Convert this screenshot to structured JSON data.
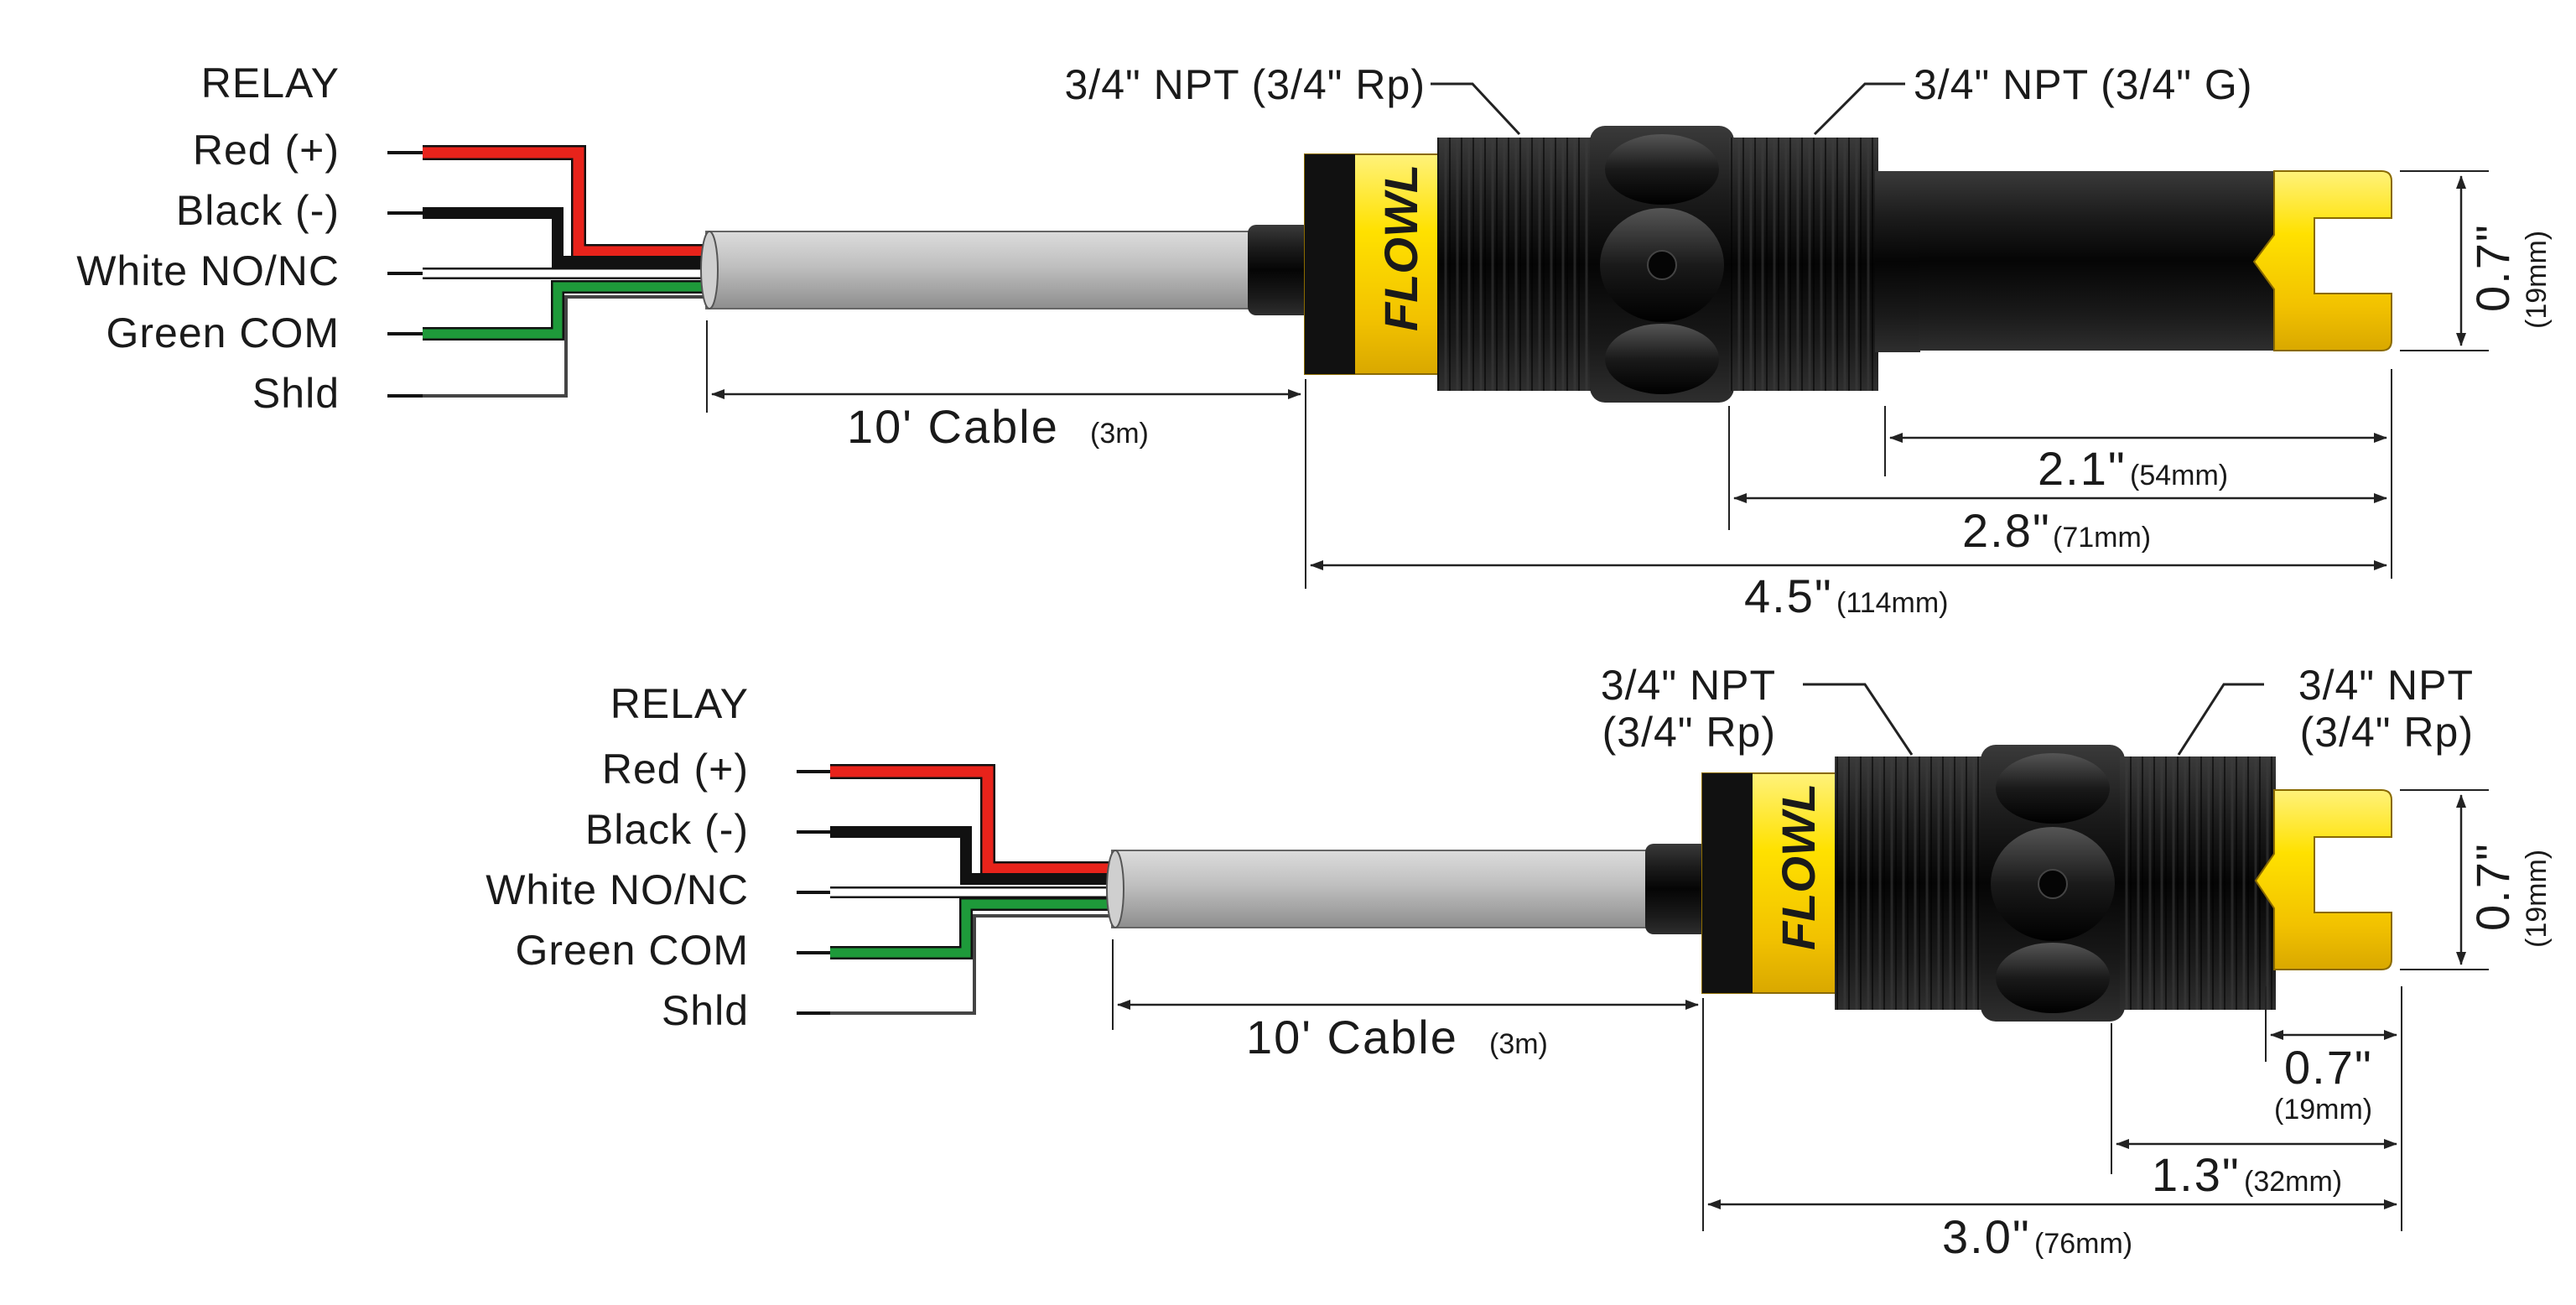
{
  "sensors": [
    {
      "id": "long",
      "relay": {
        "title": "RELAY",
        "wires": [
          {
            "label": "Red (+)",
            "color": "#e8231b"
          },
          {
            "label": "Black (-)",
            "color": "#1a1a1a"
          },
          {
            "label": "White NO/NC",
            "color": "#ffffff"
          },
          {
            "label": "Green COM",
            "color": "#1e9a3a"
          },
          {
            "label": "Shld",
            "color": "#444444"
          }
        ]
      },
      "cable": {
        "length": "10' Cable",
        "metric": "(3m)"
      },
      "thread_labels": [
        "3/4\" NPT (3/4\" Rp)",
        "3/4\" NPT (3/4\" G)"
      ],
      "dims": [
        {
          "imperial": "2.1\"",
          "metric": "(54mm)"
        },
        {
          "imperial": "2.8\"",
          "metric": "(71mm)"
        },
        {
          "imperial": "4.5\"",
          "metric": "(114mm)"
        }
      ],
      "tip": {
        "imperial": "0.7\"",
        "metric": "(19mm)"
      },
      "brand": "FLOWL"
    },
    {
      "id": "short",
      "relay": {
        "title": "RELAY",
        "wires": [
          {
            "label": "Red (+)",
            "color": "#e8231b"
          },
          {
            "label": "Black (-)",
            "color": "#1a1a1a"
          },
          {
            "label": "White NO/NC",
            "color": "#ffffff"
          },
          {
            "label": "Green COM",
            "color": "#1e9a3a"
          },
          {
            "label": "Shld",
            "color": "#444444"
          }
        ]
      },
      "cable": {
        "length": "10' Cable",
        "metric": "(3m)"
      },
      "thread_labels": [
        [
          "3/4\" NPT",
          "(3/4\" Rp)"
        ],
        [
          "3/4\" NPT",
          "(3/4\" Rp)"
        ]
      ],
      "dims": [
        {
          "imperial": "0.7\"",
          "metric": "(19mm)"
        },
        {
          "imperial": "1.3\"",
          "metric": "(32mm)"
        },
        {
          "imperial": "3.0\"",
          "metric": "(76mm)"
        }
      ],
      "tip": {
        "imperial": "0.7\"",
        "metric": "(19mm)"
      },
      "brand": "FLOWL"
    }
  ],
  "colors": {
    "body": "#111111",
    "yellow": "#ffdd00",
    "cable": "#b9b9b9",
    "ink": "#1a1a1a"
  }
}
